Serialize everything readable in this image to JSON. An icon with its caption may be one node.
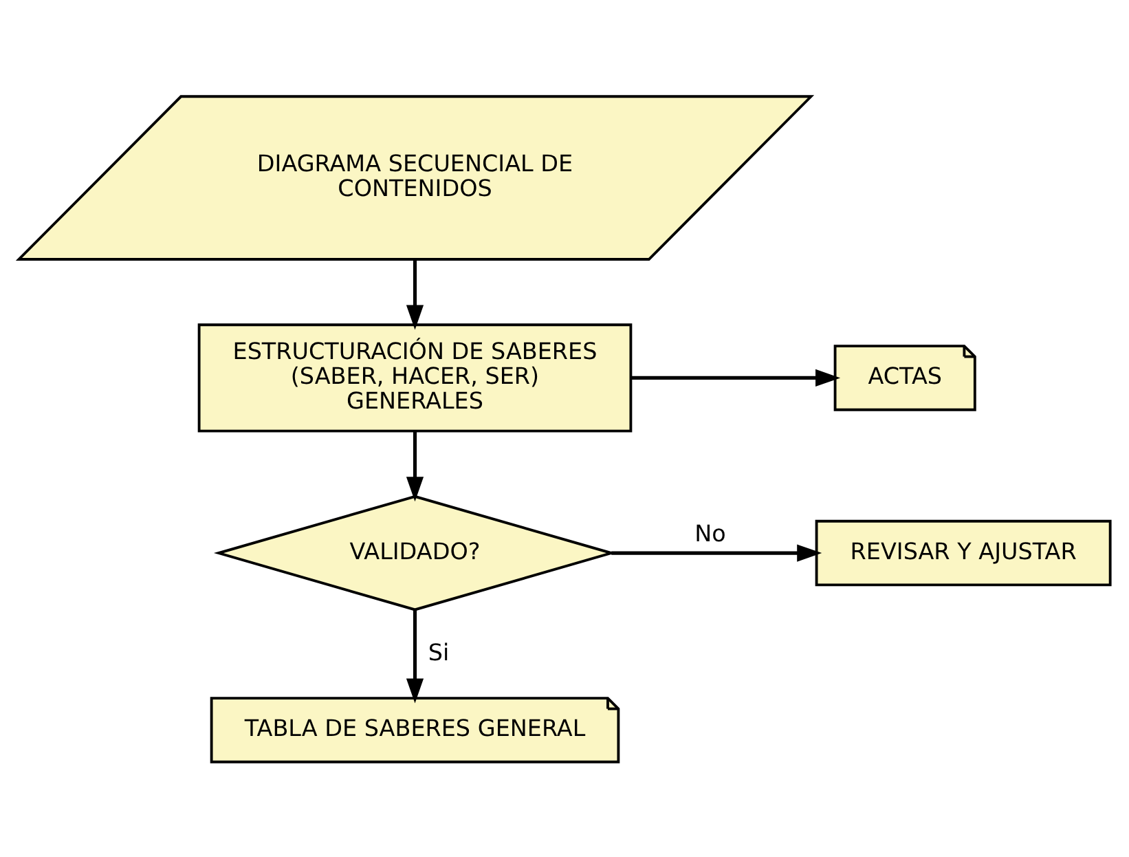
{
  "diagram": {
    "nodes": [
      {
        "text": [
          "DIAGRAMA SECUENCIAL DE CONTENIDOS"
        ]
      },
      {
        "text": [
          "ESTRUCTURACIÓN DE SABERES (SABER, HACER, SER) GENERALES"
        ]
      },
      {
        "text": [
          "ACTAS"
        ]
      },
      {
        "text": [
          "VALIDADO?"
        ]
      },
      {
        "text": [
          "REVISAR Y AJUSTAR"
        ]
      },
      {
        "text": [
          "TABLA DE SABERES GENERAL"
        ]
      }
    ],
    "edges": [
      {
        "from": 0,
        "to": 1,
        "arrow": "to"
      },
      {
        "from": 1,
        "to": 2,
        "arrow": "to"
      },
      {
        "from": 1,
        "to": 3,
        "arrow": "to"
      },
      {
        "from": 3,
        "to": 4,
        "label": "No",
        "arrow": "to"
      },
      {
        "from": 3,
        "to": 5,
        "label": "Si",
        "arrow": "to"
      }
    ]
  }
}
